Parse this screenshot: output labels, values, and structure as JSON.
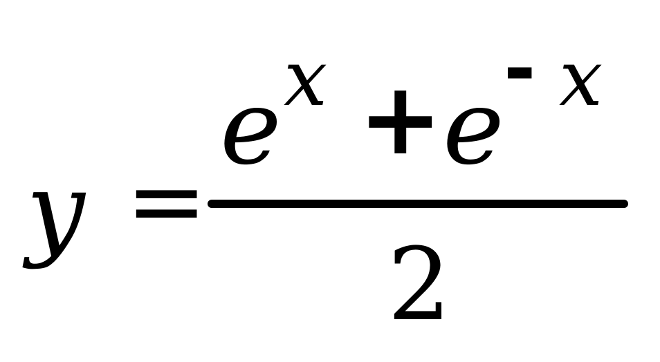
{
  "formula": {
    "lhs": "y",
    "equals": "=",
    "numerator": {
      "term1_base": "e",
      "term1_exp": "x",
      "operator": "+",
      "term2_base": "e",
      "term2_exp_sign": "-",
      "term2_exp": "x"
    },
    "denominator": "2"
  }
}
